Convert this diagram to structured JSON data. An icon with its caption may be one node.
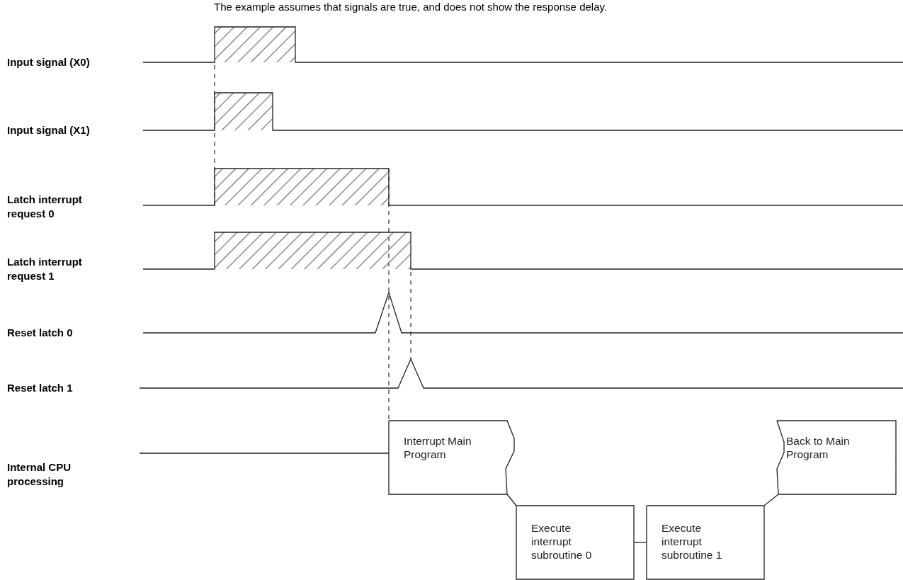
{
  "diagram": {
    "nodes": [
      {
        "text": [
          "Interrupt Main Program"
        ]
      },
      {
        "text": [
          "Execute interrupt subroutine 0"
        ]
      },
      {
        "text": [
          "Execute interrupt subroutine 1"
        ]
      },
      {
        "text": [
          "Back to Main Program"
        ]
      }
    ],
    "edges": [
      {
        "from": 0,
        "to": 1,
        "arrow": "none"
      },
      {
        "from": 1,
        "to": 2,
        "arrow": "none"
      },
      {
        "from": 2,
        "to": 3,
        "arrow": "none"
      }
    ],
    "labels": [
      "The example assumes that signals are true, and does not show the response delay.",
      "Input signal (X0)",
      "Input signal (X1)",
      "Latch interrupt request 0",
      "Latch interrupt request 1",
      "Reset latch 0",
      "Reset latch 1",
      "Internal CPU processing"
    ]
  }
}
